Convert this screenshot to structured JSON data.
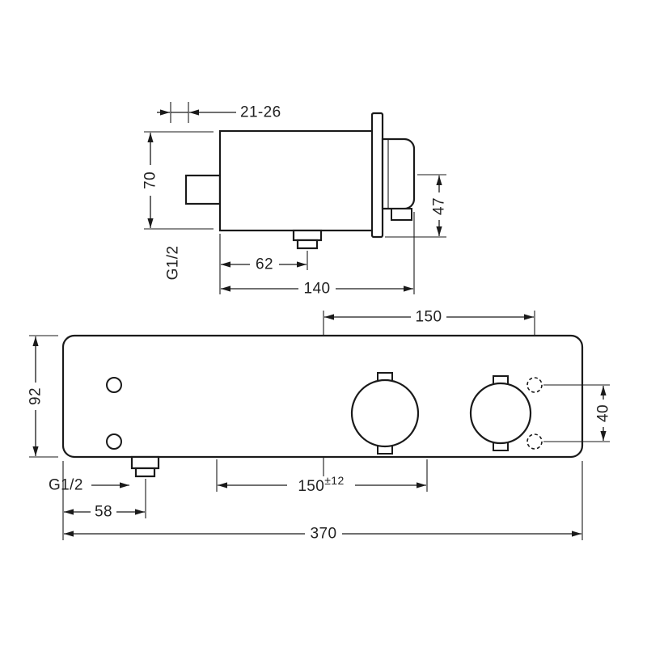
{
  "drawing": {
    "colors": {
      "line": "#1a1a1a",
      "text": "#222222",
      "background": "#ffffff"
    },
    "side": {
      "dim_projection_range": "21-26",
      "dim_body_height": "70",
      "thread_label": "G1/2",
      "dim_spout_offset": "62",
      "dim_total_depth": "140",
      "dim_handle_to_base": "47"
    },
    "front": {
      "dim_center_to_hole": "150",
      "dim_height": "92",
      "dim_hole_gap": "40",
      "thread_label": "G1/2",
      "dim_outlet_offset": "58",
      "dim_supply_spacing": "150",
      "dim_supply_tol": "±12",
      "dim_total_width": "370"
    }
  }
}
